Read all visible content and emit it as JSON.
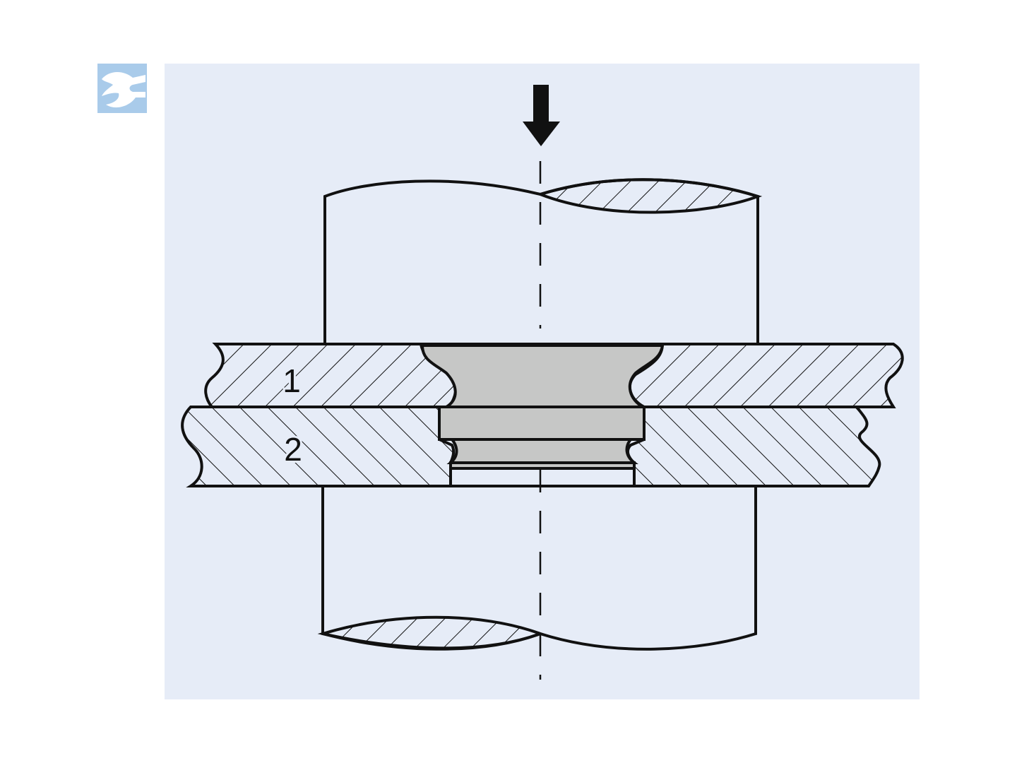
{
  "diagram": {
    "part_labels": [
      "1",
      "2"
    ],
    "logo_label": "wrench logo",
    "colors": {
      "background": "#e6ecf7",
      "insert_fill": "#c6c7c6",
      "stroke": "#111111",
      "logo": "#a9cbea"
    }
  }
}
